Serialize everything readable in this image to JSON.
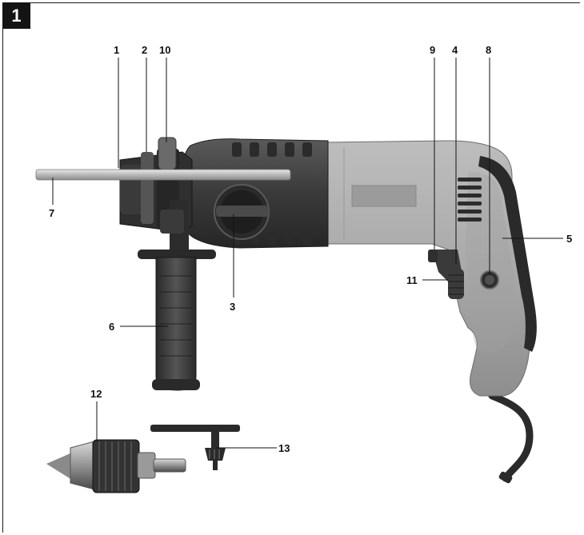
{
  "figure": {
    "number": "1"
  },
  "callouts": {
    "c1": "1",
    "c2": "2",
    "c3": "3",
    "c4": "4",
    "c5": "5",
    "c6": "6",
    "c7": "7",
    "c8": "8",
    "c9": "9",
    "c10": "10",
    "c11": "11",
    "c12": "12",
    "c13": "13"
  },
  "colors": {
    "body_grey": "#a7a7a7",
    "dark_housing": "#3c3c3c",
    "rubber_grip": "#4a4a4a",
    "badge": "#141414"
  }
}
